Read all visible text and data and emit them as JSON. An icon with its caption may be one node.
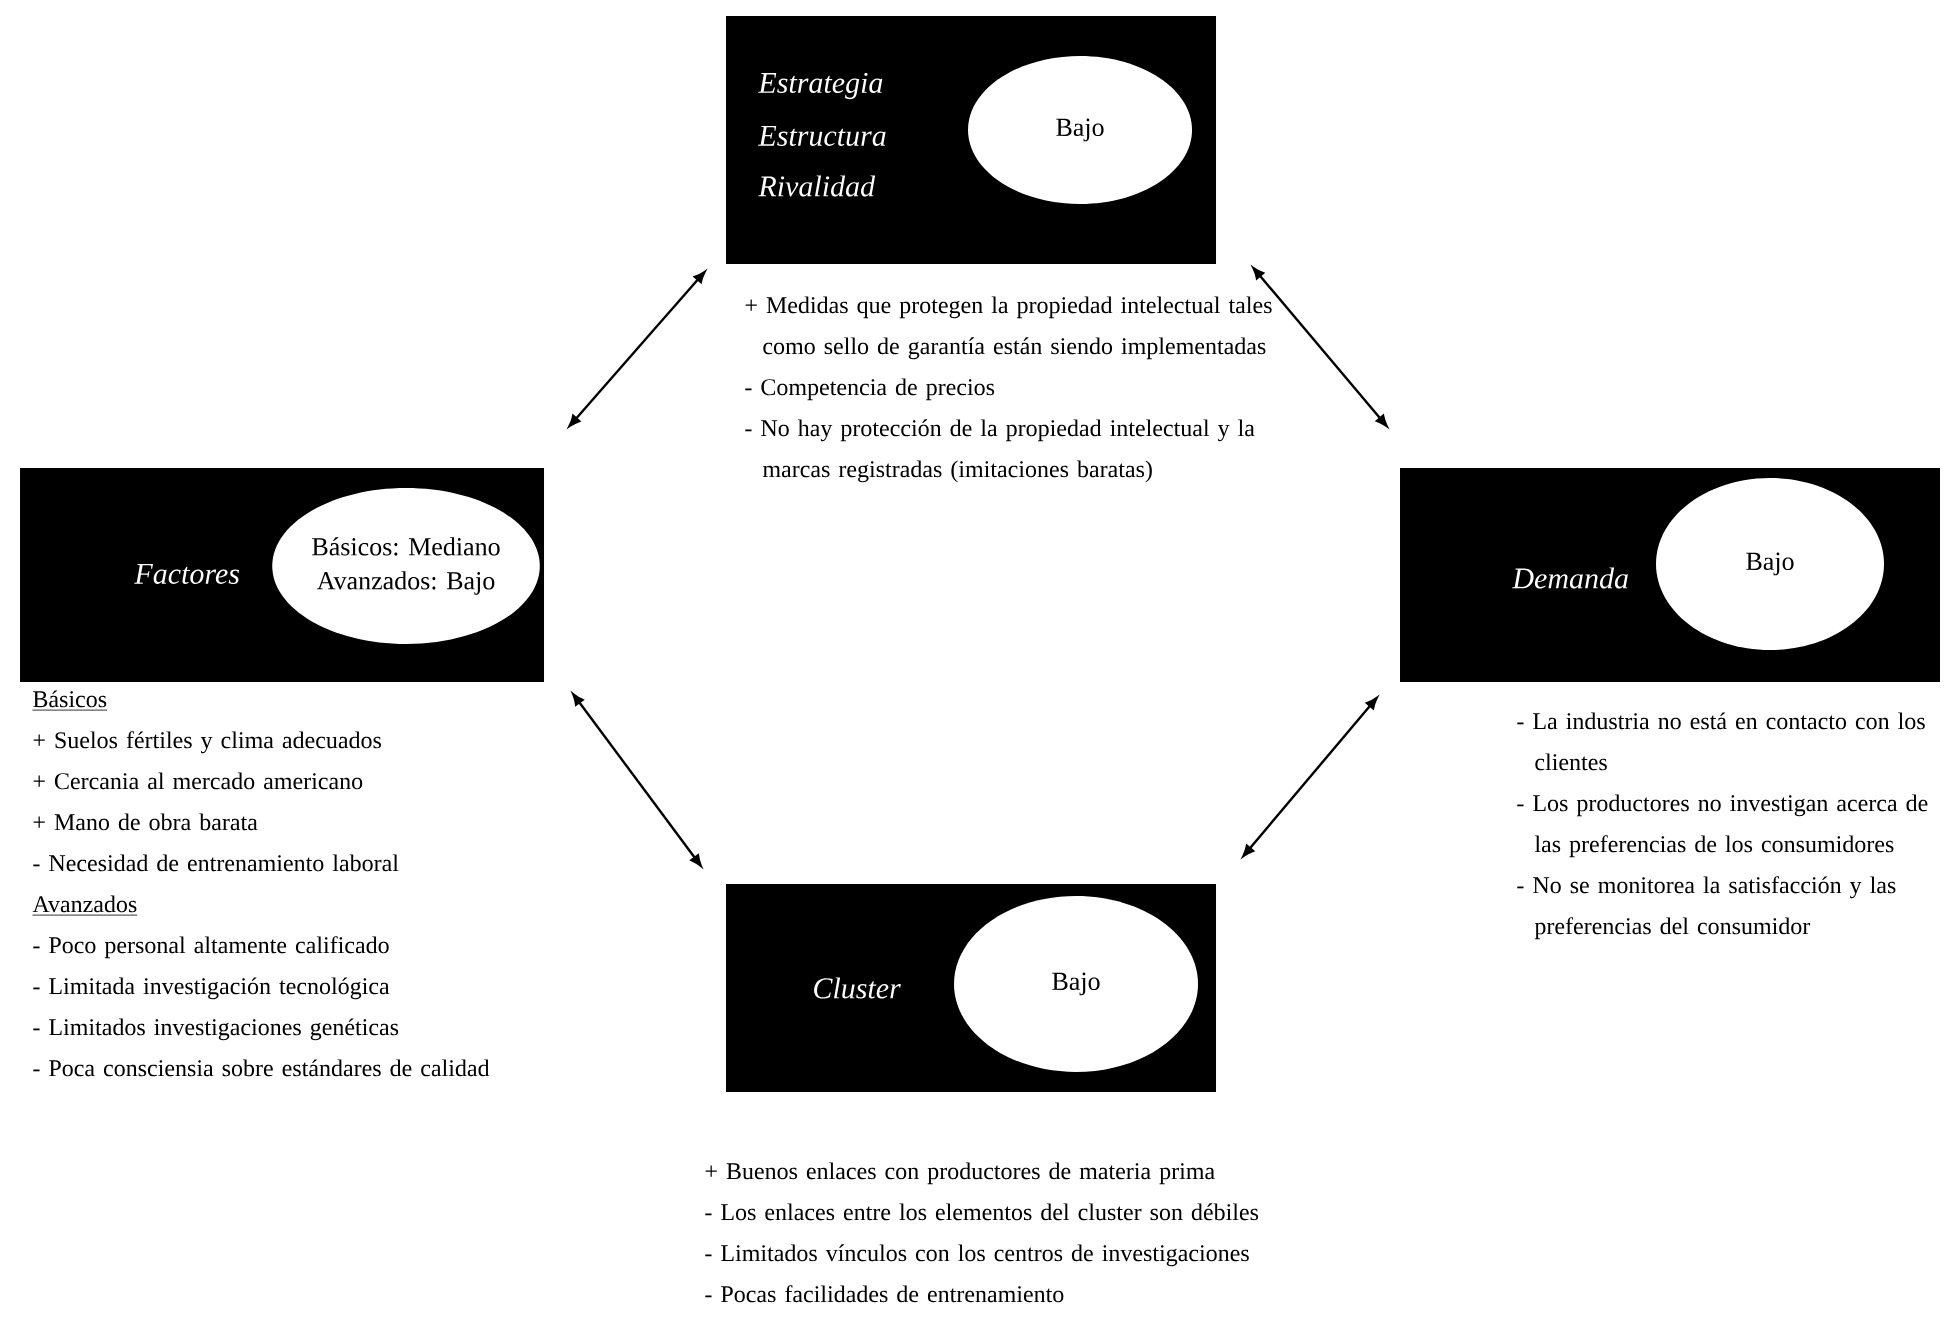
{
  "diagram": {
    "nodes": [
      {
        "text": [
          "Estrategia",
          "Estructura",
          "Rivalidad"
        ],
        "beside": [
          "+ Medidas que protegen la propiedad intelectual tales como sello de garantía están siendo implementadas",
          "- Competencia de precios",
          "- No hay protección de la propiedad intelectual y la marcas registradas (imitaciones baratas)"
        ]
      },
      {
        "text": [
          "Bajo"
        ],
        "in": 0
      },
      {
        "text": [
          "Factores"
        ],
        "beside": [
          "Básicos",
          "+ Suelos fértiles y clima adecuados",
          "+ Cercania al mercado americano",
          "+ Mano de obra barata",
          "- Necesidad de entrenamiento laboral",
          "Avanzados",
          "- Poco personal altamente calificado",
          "- Limitada investigación tecnológica",
          "- Limitados investigaciones genéticas",
          "- Poca consciensia sobre estándares de calidad"
        ]
      },
      {
        "text": [
          "Básicos: Mediano",
          "Avanzados: Bajo"
        ],
        "in": 2
      },
      {
        "text": [
          "Demanda"
        ],
        "beside": [
          "- La industria no está en contacto con los clientes",
          "- Los productores no investigan acerca de las preferencias de los consumidores",
          "- No se monitorea la satisfacción y las preferencias del consumidor"
        ]
      },
      {
        "text": [
          "Bajo"
        ],
        "in": 4
      },
      {
        "text": [
          "Cluster"
        ],
        "beside": [
          "+ Buenos enlaces con productores de materia prima",
          "- Los enlaces entre los elementos del cluster son débiles",
          "- Limitados vínculos con los centros de investigaciones",
          "- Pocas facilidades de entrenamiento"
        ]
      },
      {
        "text": [
          "Bajo"
        ],
        "in": 6
      }
    ],
    "edges": [
      {
        "from": 0,
        "to": 2,
        "arrow": "both"
      },
      {
        "from": 0,
        "to": 4,
        "arrow": "both"
      },
      {
        "from": 2,
        "to": 6,
        "arrow": "both"
      },
      {
        "from": 4,
        "to": 6,
        "arrow": "both"
      }
    ]
  }
}
